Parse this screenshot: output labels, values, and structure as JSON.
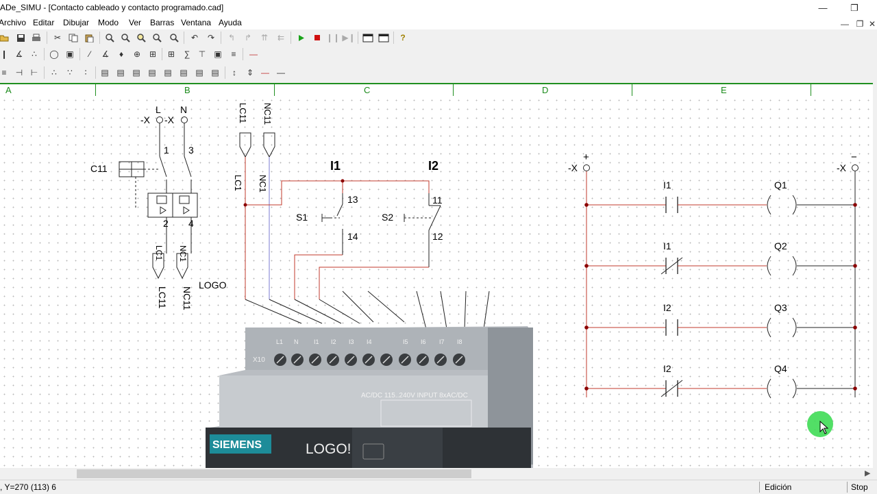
{
  "window": {
    "title": "ADe_SIMU - [Contacto cableado y contacto programado.cad]",
    "minimize_icon": "minimize-icon",
    "restore_icon": "restore-icon",
    "close_icon": "close-icon"
  },
  "menu": [
    "Archivo",
    "Editar",
    "Dibujar",
    "Modo",
    "Ver",
    "Barras",
    "Ventana",
    "Ayuda"
  ],
  "columns": [
    "A",
    "B",
    "C",
    "D",
    "E"
  ],
  "wiring": {
    "terminal_L": "L",
    "terminal_N": "N",
    "x_left": "-X",
    "x_mid": "-X",
    "pin_1": "1",
    "pin_3": "3",
    "pin_2": "2",
    "pin_4": "4",
    "breaker": "C11",
    "lc11_bottom": "LC11",
    "nc11_bottom": "NC11",
    "logo_label": "LOGO",
    "lc11_top": "LC11",
    "nc11_top": "NC11",
    "lc1": "LC1",
    "nc1": "NC1",
    "input_i1": "I1",
    "input_i2": "I2",
    "s1": "S1",
    "s2": "S2",
    "s1_top": "13",
    "s1_bottom": "14",
    "s2_top": "11",
    "s2_bottom": "12"
  },
  "logo_device": {
    "brand": "SIEMENS",
    "model": "LOGO!",
    "terminals": [
      "L1",
      "N",
      "I1",
      "I2",
      "I3",
      "I4",
      "I5",
      "I6",
      "I7",
      "I8"
    ],
    "bank": "X10",
    "spec": "AC/DC  115..240V   INPUT 8xAC/DC"
  },
  "ladder": {
    "plus": "+",
    "minus": "−",
    "left_x": "-X",
    "right_x": "-X",
    "rungs": [
      {
        "contact": "I1",
        "type": "NO",
        "coil": "Q1"
      },
      {
        "contact": "I1",
        "type": "NC",
        "coil": "Q2"
      },
      {
        "contact": "I2",
        "type": "NO",
        "coil": "Q3"
      },
      {
        "contact": "I2",
        "type": "NC",
        "coil": "Q4"
      }
    ]
  },
  "status": {
    "coords": ", Y=270 (113) 6",
    "mode": "Edición",
    "sim": "Stop"
  },
  "colors": {
    "ruler_green": "#1f8f1f",
    "wire_red": "#c0392b",
    "node_dark": "#8b0000",
    "play_green": "#1aa31a",
    "stop_red": "#d01010"
  }
}
